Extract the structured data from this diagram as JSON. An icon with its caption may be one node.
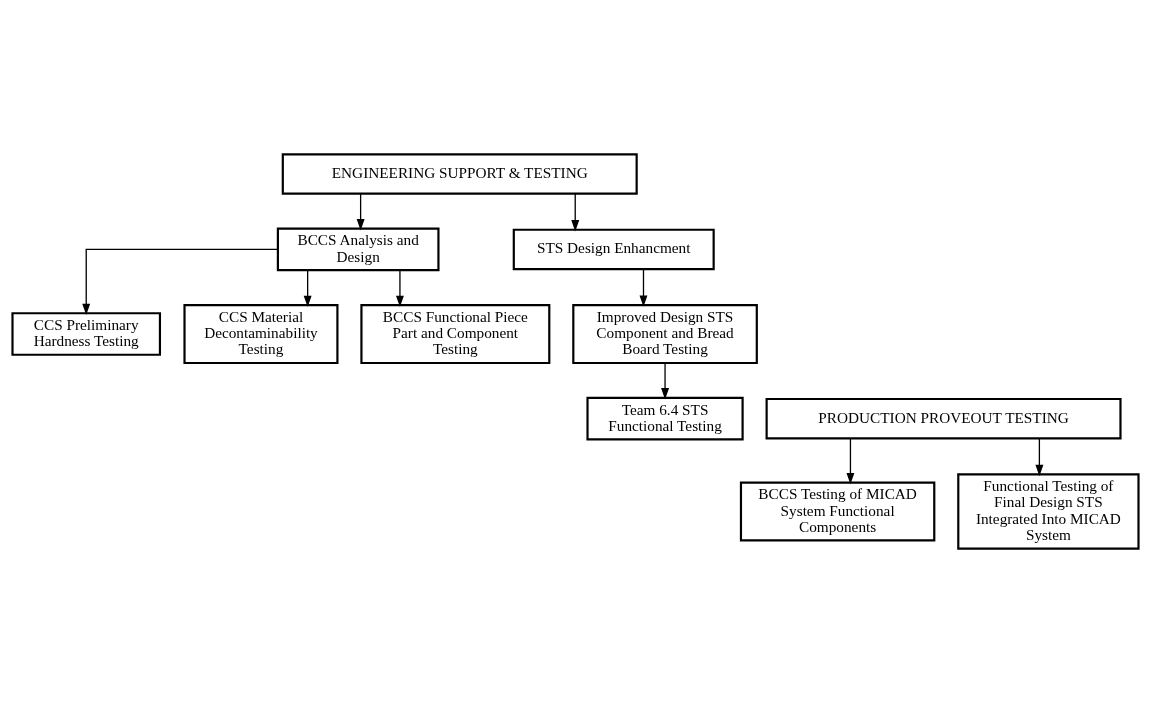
{
  "diagram": {
    "nodes": [
      {
        "text": [
          "ENGINEERING SUPPORT & TESTING"
        ]
      },
      {
        "text": [
          "BCCS Analysis and Design"
        ]
      },
      {
        "text": [
          "STS Design Enhancment"
        ]
      },
      {
        "text": [
          "CCS Preliminary Hardness Testing"
        ]
      },
      {
        "text": [
          "CCS Material Decontaminability Testing"
        ]
      },
      {
        "text": [
          "BCCS Functional Piece Part and Component Testing"
        ]
      },
      {
        "text": [
          "Improved Design STS Component and Bread Board Testing"
        ]
      },
      {
        "text": [
          "Team 6.4 STS Functional Testing"
        ]
      },
      {
        "text": [
          "PRODUCTION PROVEOUT TESTING"
        ]
      },
      {
        "text": [
          "BCCS Testing of MICAD System Functional Components"
        ]
      },
      {
        "text": [
          "Functional Testing of Final Design STS Integrated Into MICAD System"
        ]
      }
    ],
    "edges": [
      {
        "from": 0,
        "to": 1,
        "arrow": "to"
      },
      {
        "from": 0,
        "to": 2,
        "arrow": "to"
      },
      {
        "from": 1,
        "to": 3,
        "arrow": "to"
      },
      {
        "from": 1,
        "to": 4,
        "arrow": "to"
      },
      {
        "from": 1,
        "to": 5,
        "arrow": "to"
      },
      {
        "from": 2,
        "to": 6,
        "arrow": "to"
      },
      {
        "from": 6,
        "to": 7,
        "arrow": "to"
      },
      {
        "from": 8,
        "to": 9,
        "arrow": "to"
      },
      {
        "from": 8,
        "to": 10,
        "arrow": "to"
      }
    ]
  }
}
